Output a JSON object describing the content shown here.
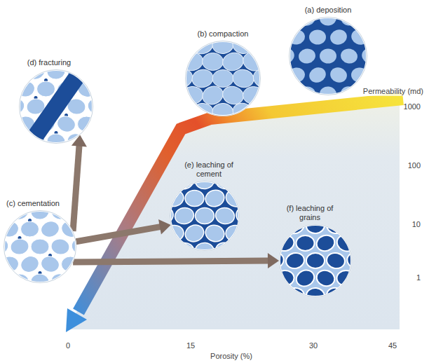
{
  "diagram": {
    "nodes": [
      {
        "text": [
          "(a) deposition"
        ]
      },
      {
        "text": [
          "(b) compaction"
        ]
      },
      {
        "text": [
          "(c) cementation"
        ]
      },
      {
        "text": [
          "(d) fracturing"
        ]
      },
      {
        "text": [
          "(e) leaching of cement"
        ]
      },
      {
        "text": [
          "(f) leaching of grains"
        ]
      }
    ],
    "edges": [
      {
        "from": 2,
        "to": 3,
        "arrow": "to"
      },
      {
        "from": 2,
        "to": 4,
        "arrow": "to"
      },
      {
        "from": 2,
        "to": 5,
        "arrow": "to"
      }
    ],
    "labels": [
      "Permeability (md)",
      "1000",
      "100",
      "10",
      "1",
      "0",
      "15",
      "30",
      "45",
      "Porosity (%)"
    ]
  }
}
